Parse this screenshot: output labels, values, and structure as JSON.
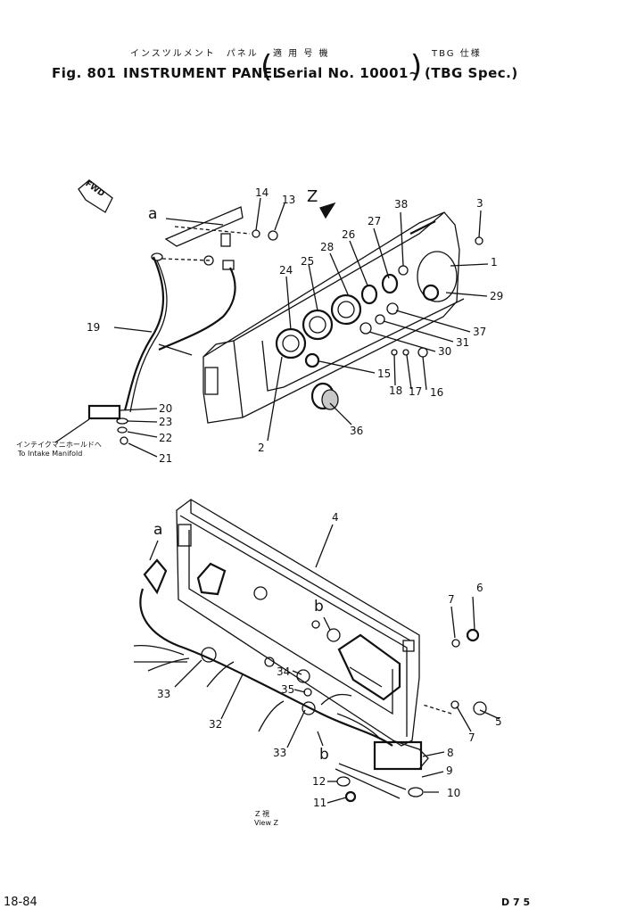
{
  "header": {
    "jp_title": "インスツルメント　パネル",
    "jp_applicable": "適 用 号 機",
    "jp_tbg": "TBG 仕様",
    "fig": "Fig. 801",
    "title": "INSTRUMENT PANEL",
    "paren_open": "(",
    "serial": "Serial No. 10001~",
    "paren_close": ")",
    "spec": "(TBG Spec.)"
  },
  "fwd_label": "FWD",
  "view_letter": "Z",
  "callouts": {
    "a_top": "a",
    "a_bottom": "a",
    "b_upper": "b",
    "b_lower": "b",
    "n1": "1",
    "n2": "2",
    "n3": "3",
    "n4": "4",
    "n5": "5",
    "n6": "6",
    "n7a": "7",
    "n7b": "7",
    "n8": "8",
    "n9": "9",
    "n10": "10",
    "n11": "11",
    "n12": "12",
    "n13": "13",
    "n14": "14",
    "n15": "15",
    "n16": "16",
    "n17": "17",
    "n18": "18",
    "n19": "19",
    "n20": "20",
    "n21": "21",
    "n22": "22",
    "n23": "23",
    "n24": "24",
    "n25": "25",
    "n26": "26",
    "n27": "27",
    "n28": "28",
    "n29": "29",
    "n30": "30",
    "n31": "31",
    "n32": "32",
    "n33a": "33",
    "n33b": "33",
    "n34": "34",
    "n35": "35",
    "n36": "36",
    "n37": "37",
    "n38": "38"
  },
  "notes": {
    "intake_jp": "インテイクマニホールドへ",
    "intake_en": "To Intake Manifold",
    "view_jp": "Z 視",
    "view_en": "View Z"
  },
  "footer": {
    "page": "18-84",
    "model": "D 7 5"
  }
}
